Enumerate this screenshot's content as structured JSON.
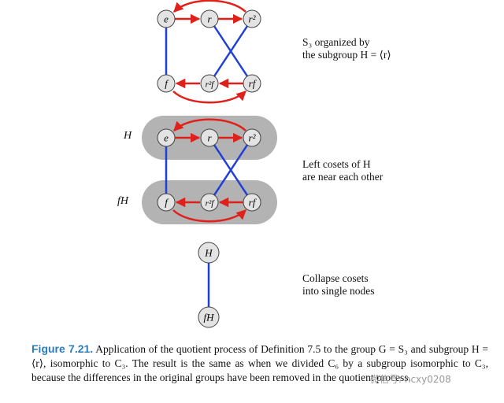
{
  "figure": {
    "nodes": {
      "e": "e",
      "r": "r",
      "r2": "r²",
      "f": "f",
      "r2f": "r²f",
      "rf": "rf",
      "H": "H",
      "fH": "fH"
    },
    "coset_labels": {
      "H": "H",
      "fH": "fH"
    },
    "notes": {
      "top_line1": "S₃ organized by",
      "top_line2": "the subgroup H = ⟨r⟩",
      "middle_line1": "Left cosets of H",
      "middle_line2": "are near each other",
      "bottom_line1": "Collapse cosets",
      "bottom_line2": "into single nodes"
    },
    "colors": {
      "red_arrow": "#e0201b",
      "blue_edge": "#1f3fd6",
      "coset_fill": "#b3b3b3",
      "node_fill": "#e3e3e3"
    }
  },
  "caption": {
    "label": "Figure 7.21.",
    "text": "Application of the quotient process of Definition 7.5 to the group G = S₃ and subgroup H = ⟨r⟩, isomorphic to C₃. The result is the same as when we divided C₆ by a subgroup isomorphic to C₃, because the differences in the original groups have been removed in the quotient process."
  },
  "watermark": "微信号: hcxy0208"
}
